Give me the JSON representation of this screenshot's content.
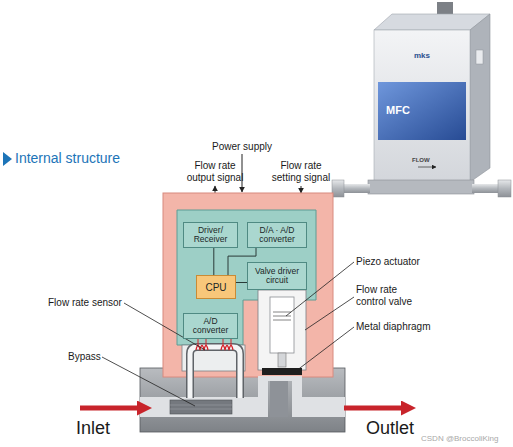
{
  "diagram": {
    "title": "Internal structure",
    "nodes": [
      {
        "text": [
          "Driver/ Receiver"
        ]
      },
      {
        "text": [
          "D/A · A/D converter"
        ]
      },
      {
        "text": [
          "CPU"
        ]
      },
      {
        "text": [
          "Valve driver circuit"
        ]
      },
      {
        "text": [
          "A/D converter"
        ]
      }
    ],
    "edges": [
      {
        "from": 0,
        "to": 2,
        "arrow": "none"
      },
      {
        "from": 1,
        "to": 2,
        "arrow": "none"
      },
      {
        "from": 2,
        "to": 3,
        "arrow": "none"
      }
    ],
    "labels": [
      "Power supply",
      "Flow rate output signal",
      "Flow rate setting signal",
      "Piezo actuator",
      "Flow rate control valve",
      "Metal diaphragm",
      "Flow rate sensor",
      "Bypass",
      "Inlet",
      "Outlet",
      "mks",
      "MFC",
      "FLOW",
      "CSDN @BroccoliKing"
    ]
  }
}
